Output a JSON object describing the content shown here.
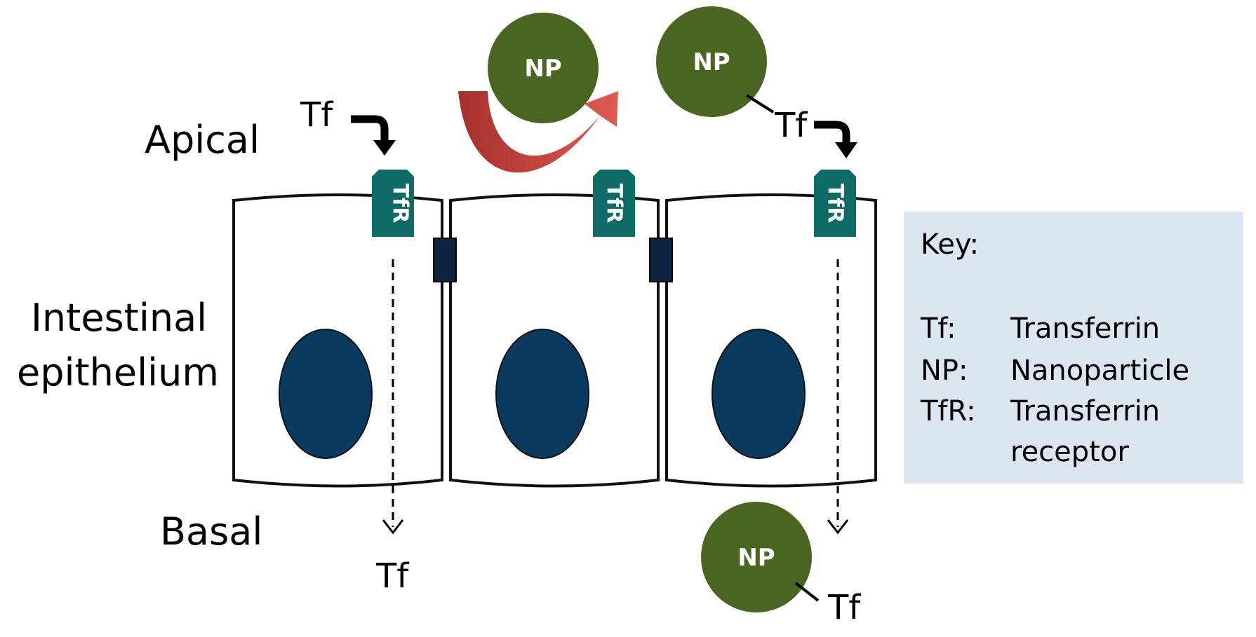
{
  "labels": {
    "apical": "Apical",
    "intestinal_line1": "Intestinal",
    "intestinal_line2": "epithelium",
    "basal": "Basal"
  },
  "markers": {
    "tf": "Tf",
    "np": "NP",
    "tfr": "TfR"
  },
  "key": {
    "title": "Key:",
    "entries": [
      {
        "abbr": "Tf:",
        "lines": [
          "Transferrin"
        ]
      },
      {
        "abbr": "NP:",
        "lines": [
          "Nanoparticle"
        ]
      },
      {
        "abbr": "TfR:",
        "lines": [
          "Transferrin",
          "receptor"
        ]
      }
    ]
  },
  "colors": {
    "np_green": "#4a6422",
    "tfr_teal": "#0e6b66",
    "nucleus_blue": "#0a3a5e",
    "junction_dark": "#0d2440",
    "key_bg": "#dbe6f1",
    "curved_arrow_red": "#c8423f"
  }
}
